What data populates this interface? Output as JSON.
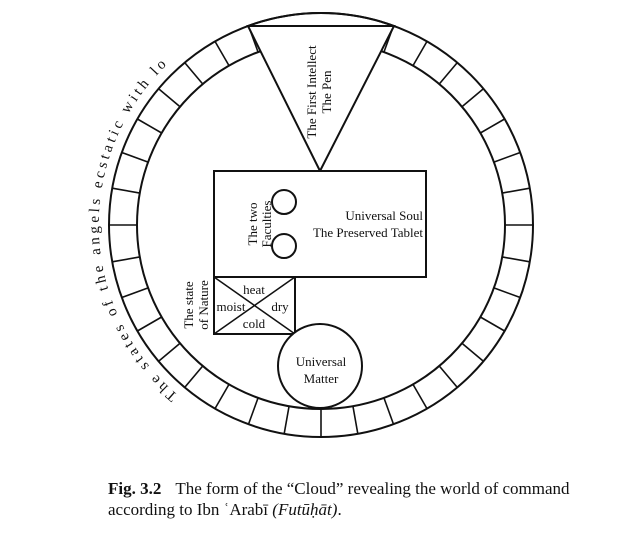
{
  "diagram": {
    "ring_text": "The states of the angels ecstatic with love",
    "triangle": {
      "line1": "The First Intellect",
      "line2": "The Pen"
    },
    "soul": {
      "line1": "Universal Soul",
      "line2": "The Preserved Tablet"
    },
    "faculties": {
      "line1": "The two",
      "line2": "Faculties"
    },
    "nature": {
      "line1": "The state",
      "line2": "of Nature"
    },
    "qualities": {
      "top": "heat",
      "left": "moist",
      "right": "dry",
      "bottom": "cold"
    },
    "matter": {
      "line1": "Universal",
      "line2": "Matter"
    },
    "ring_segments": 36
  },
  "caption": {
    "label": "Fig. 3.2",
    "text": "The form of the “Cloud” revealing the world of command according to Ibn ʿArabī ",
    "source": "(Futūḥāt)",
    "end": "."
  }
}
